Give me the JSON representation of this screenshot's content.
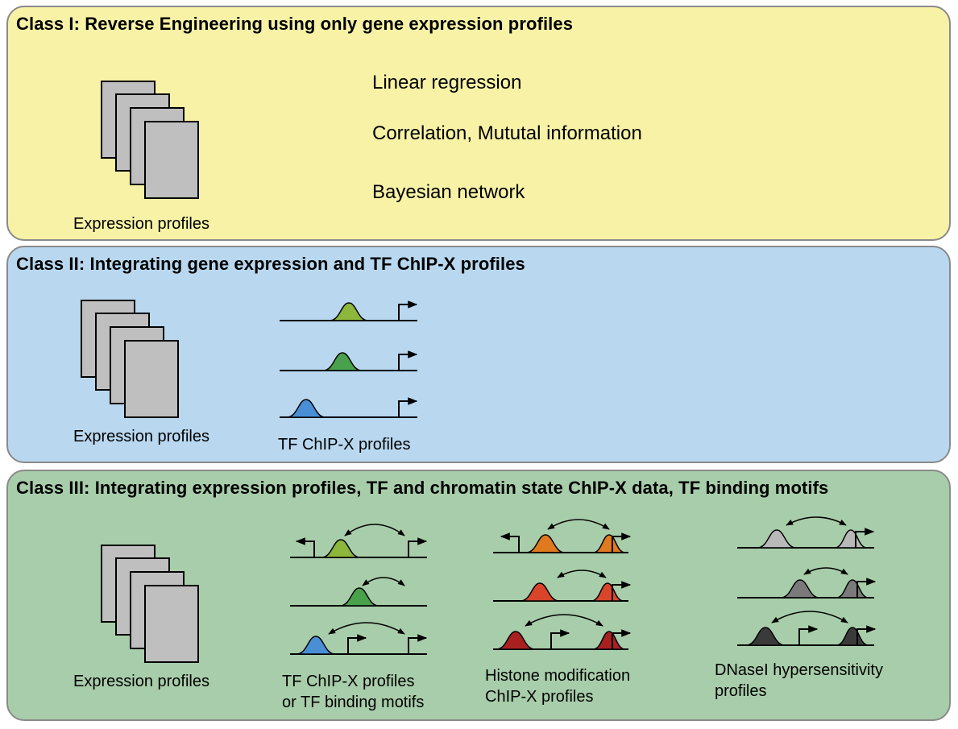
{
  "colors": {
    "class1_bg": "#f7f2a6",
    "class2_bg": "#b9d8f0",
    "class3_bg": "#a8cdaa",
    "sheet_fill": "#bfbfbf",
    "peak_lime": "#8cb63c",
    "peak_green": "#4aa14c",
    "peak_blue": "#4a8fd6",
    "peak_orange": "#e07a1e",
    "peak_red": "#d9452a",
    "peak_darkred": "#a82020",
    "peak_lightgray": "#b9b9b9",
    "peak_gray": "#7a7a7a",
    "peak_darkgray": "#3a3a3a"
  },
  "class1": {
    "title": "Class I: Reverse Engineering using only gene expression profiles",
    "expression_label": "Expression profiles",
    "methods": [
      "Linear regression",
      "Correlation, Mututal information",
      "Bayesian network"
    ]
  },
  "class2": {
    "title": "Class II: Integrating gene expression and TF ChIP-X profiles",
    "expression_label": "Expression profiles",
    "tf_label": "TF ChIP-X profiles"
  },
  "class3": {
    "title": "Class III: Integrating expression profiles, TF and chromatin state ChIP-X data, TF binding motifs",
    "expression_label": "Expression profiles",
    "tf_label_line1": "TF ChIP-X profiles",
    "tf_label_line2": "or TF binding motifs",
    "histone_label_line1": "Histone modification",
    "histone_label_line2": "ChIP-X profiles",
    "dnase_label_line1": "DNaseI hypersensitivity",
    "dnase_label_line2": "profiles"
  },
  "icons": {
    "stack": "document-stack-icon",
    "peak": "binding-peak-icon",
    "promoter": "promoter-arrow-icon",
    "interaction": "double-arrow-icon"
  }
}
